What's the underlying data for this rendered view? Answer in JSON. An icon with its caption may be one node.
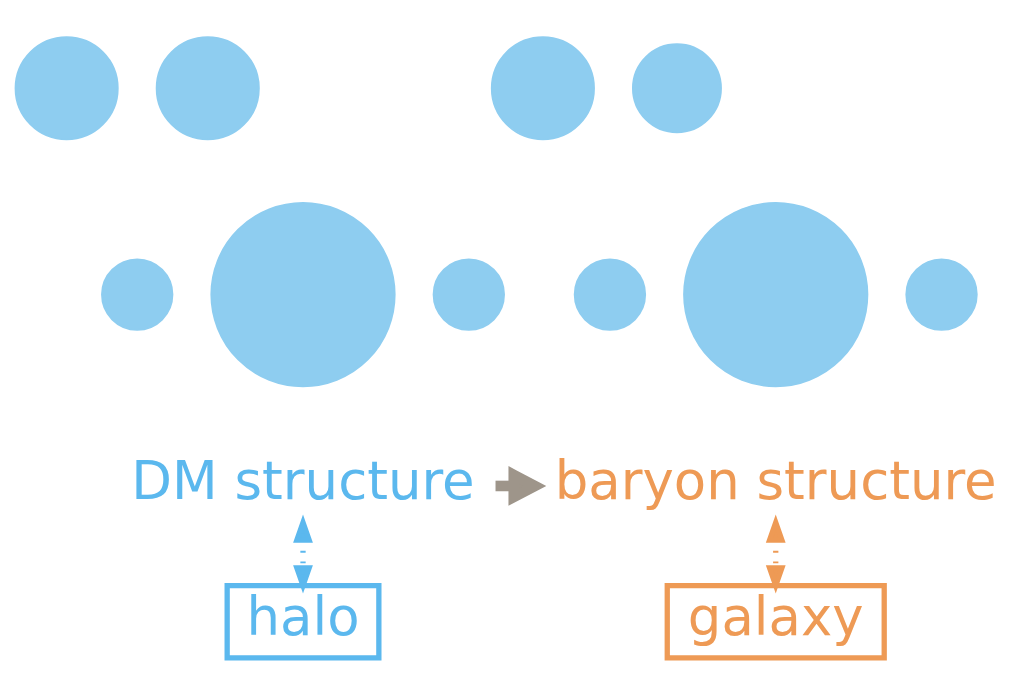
{
  "diagram": {
    "nodes": [
      {
        "text": [],
        "shape": "circle"
      },
      {
        "text": [],
        "shape": "circle"
      },
      {
        "text": [],
        "shape": "circle"
      },
      {
        "text": [],
        "shape": "circle"
      },
      {
        "text": [],
        "shape": "circle"
      },
      {
        "text": [],
        "shape": "circle"
      },
      {
        "text": [],
        "shape": "circle"
      },
      {
        "text": [],
        "shape": "circle"
      },
      {
        "text": [],
        "shape": "circle"
      },
      {
        "text": [],
        "shape": "circle"
      },
      {
        "text": [
          "DM structure"
        ]
      },
      {
        "text": [
          "baryon structure"
        ]
      },
      {
        "text": [
          "halo"
        ]
      },
      {
        "text": [
          "galaxy"
        ]
      }
    ],
    "edges": [
      {
        "from": 10,
        "to": 11,
        "arrow": "to",
        "style": "thick",
        "color": "#9e958a"
      },
      {
        "from": 10,
        "to": 12,
        "arrow": "both",
        "style": "dashed",
        "color": "#5bb8ee"
      },
      {
        "from": 11,
        "to": 13,
        "arrow": "both",
        "style": "dashed",
        "color": "#ee9a55"
      }
    ]
  }
}
